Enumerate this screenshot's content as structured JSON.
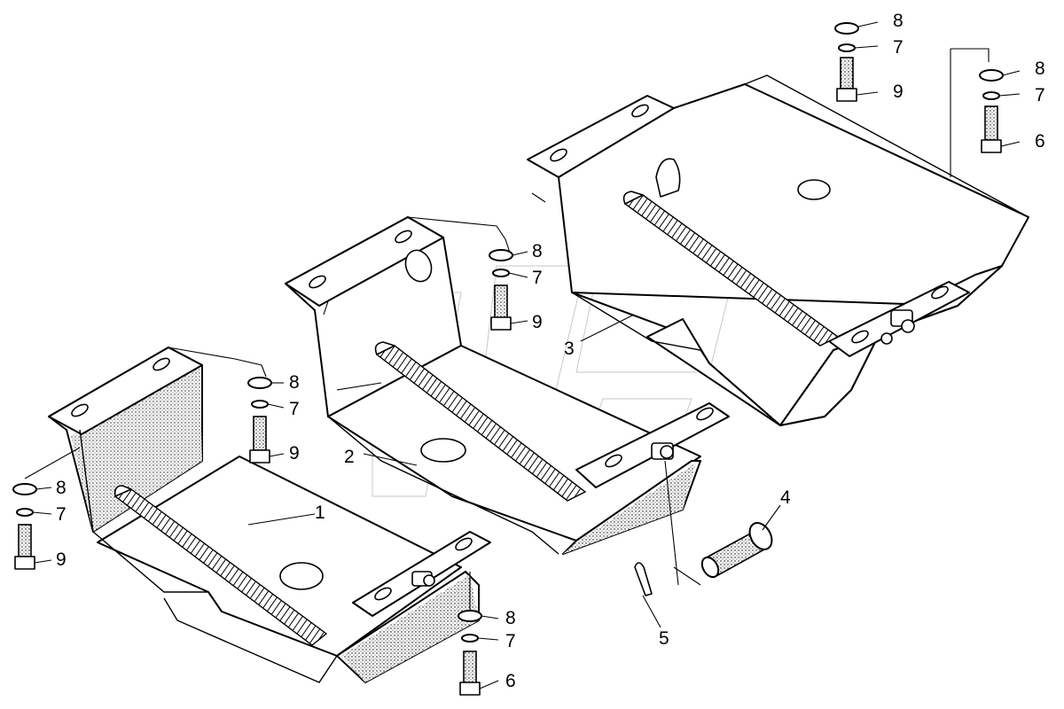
{
  "labels": {
    "p1": "1",
    "p2": "2",
    "p3": "3",
    "p4": "4",
    "p5": "5",
    "p6": "6",
    "p7": "7",
    "p8": "8",
    "p9": "9"
  },
  "colors": {
    "ink": "#000000",
    "paper": "#ffffff"
  }
}
